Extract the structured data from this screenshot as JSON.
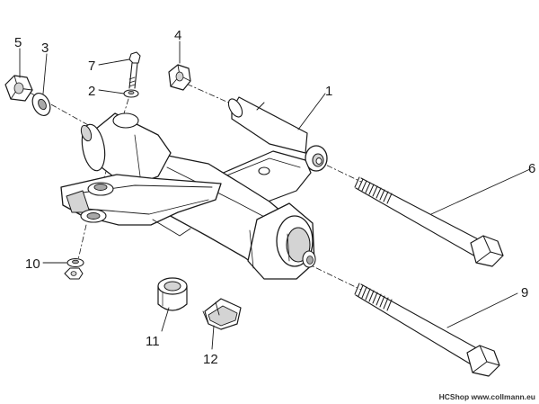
{
  "callouts": [
    "1",
    "2",
    "3",
    "4",
    "5",
    "6",
    "7",
    "9",
    "10",
    "11",
    "12"
  ],
  "watermark": "HCShop www.collmann.eu",
  "colors": {
    "line": "#1a1a1a",
    "part_fill": "#ffffff",
    "shade": "#d4d4d4",
    "dark_shade": "#a8a8a8"
  }
}
